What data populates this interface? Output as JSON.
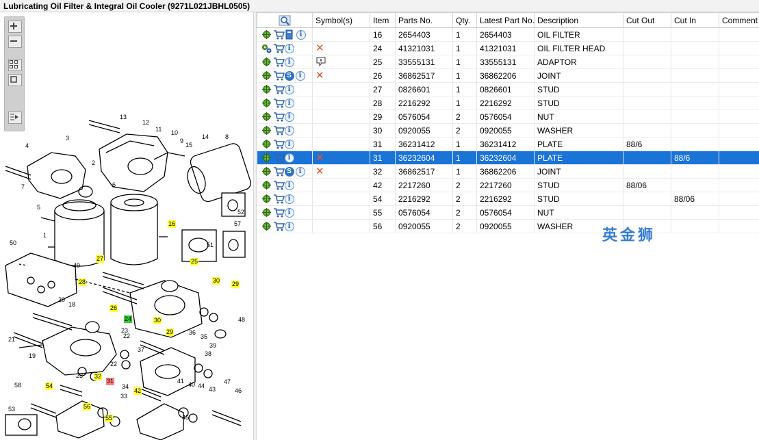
{
  "window": {
    "title": "Lubricating Oil Filter & Integral Oil Cooler (9271L021JBHL0505)"
  },
  "toolbar": {
    "buttons": [
      {
        "name": "zoom-in-icon",
        "glyph": "+"
      },
      {
        "name": "zoom-out-icon",
        "glyph": "−"
      },
      {
        "name": "fit-page-icon",
        "glyph": ""
      },
      {
        "name": "actual-size-icon",
        "glyph": ""
      },
      {
        "name": "export-icon",
        "glyph": ""
      }
    ]
  },
  "diagram": {
    "callouts": [
      {
        "label": "13",
        "hl": ""
      },
      {
        "label": "12",
        "hl": ""
      },
      {
        "label": "11",
        "hl": ""
      },
      {
        "label": "10",
        "hl": ""
      },
      {
        "label": "9",
        "hl": ""
      },
      {
        "label": "15",
        "hl": ""
      },
      {
        "label": "14",
        "hl": ""
      },
      {
        "label": "8",
        "hl": ""
      },
      {
        "label": "4",
        "hl": ""
      },
      {
        "label": "3",
        "hl": ""
      },
      {
        "label": "2",
        "hl": ""
      },
      {
        "label": "7",
        "hl": ""
      },
      {
        "label": "6",
        "hl": ""
      },
      {
        "label": "5",
        "hl": ""
      },
      {
        "label": "1",
        "hl": ""
      },
      {
        "label": "16",
        "hl": "yellow"
      },
      {
        "label": "52",
        "hl": ""
      },
      {
        "label": "57",
        "hl": ""
      },
      {
        "label": "51",
        "hl": ""
      },
      {
        "label": "50",
        "hl": ""
      },
      {
        "label": "49",
        "hl": ""
      },
      {
        "label": "27",
        "hl": "yellow"
      },
      {
        "label": "25",
        "hl": "yellow"
      },
      {
        "label": "28",
        "hl": "yellow"
      },
      {
        "label": "30",
        "hl": "yellow"
      },
      {
        "label": "29",
        "hl": "yellow"
      },
      {
        "label": "20",
        "hl": ""
      },
      {
        "label": "18",
        "hl": ""
      },
      {
        "label": "26",
        "hl": "yellow"
      },
      {
        "label": "24",
        "hl": "green"
      },
      {
        "label": "30",
        "hl": "yellow"
      },
      {
        "label": "48",
        "hl": ""
      },
      {
        "label": "21",
        "hl": ""
      },
      {
        "label": "23",
        "hl": ""
      },
      {
        "label": "22",
        "hl": ""
      },
      {
        "label": "29",
        "hl": "yellow"
      },
      {
        "label": "36",
        "hl": ""
      },
      {
        "label": "35",
        "hl": ""
      },
      {
        "label": "19",
        "hl": ""
      },
      {
        "label": "37",
        "hl": ""
      },
      {
        "label": "39",
        "hl": ""
      },
      {
        "label": "38",
        "hl": ""
      },
      {
        "label": "22",
        "hl": ""
      },
      {
        "label": "23",
        "hl": ""
      },
      {
        "label": "32",
        "hl": "yellow"
      },
      {
        "label": "31",
        "hl": "red"
      },
      {
        "label": "41",
        "hl": ""
      },
      {
        "label": "40",
        "hl": ""
      },
      {
        "label": "58",
        "hl": ""
      },
      {
        "label": "54",
        "hl": "yellow"
      },
      {
        "label": "34",
        "hl": ""
      },
      {
        "label": "42",
        "hl": "yellow"
      },
      {
        "label": "44",
        "hl": ""
      },
      {
        "label": "47",
        "hl": ""
      },
      {
        "label": "43",
        "hl": ""
      },
      {
        "label": "46",
        "hl": ""
      },
      {
        "label": "33",
        "hl": ""
      },
      {
        "label": "53",
        "hl": ""
      },
      {
        "label": "56",
        "hl": "yellow"
      },
      {
        "label": "55",
        "hl": "yellow"
      },
      {
        "label": "45",
        "hl": ""
      }
    ]
  },
  "table": {
    "columns": [
      "Symbol(s)",
      "Item",
      "Parts No.",
      "Qty.",
      "Latest Part No.",
      "Description",
      "Cut Out",
      "Cut In",
      "Comment"
    ],
    "rows": [
      {
        "icons": [
          "gear",
          "cart",
          "book",
          "info"
        ],
        "symbol": "",
        "item": "16",
        "part": "2654403",
        "qty": "1",
        "latest": "2654403",
        "desc": "OIL FILTER",
        "cut_out": "",
        "cut_in": "",
        "comment": "",
        "selected": false
      },
      {
        "icons": [
          "gears",
          "cart",
          "info"
        ],
        "symbol": "x",
        "item": "24",
        "part": "41321031",
        "qty": "1",
        "latest": "41321031",
        "desc": "OIL FILTER HEAD",
        "cut_out": "",
        "cut_in": "",
        "comment": "",
        "selected": false
      },
      {
        "icons": [
          "gear",
          "cart",
          "info"
        ],
        "symbol": "warn",
        "item": "25",
        "part": "33555131",
        "qty": "1",
        "latest": "33555131",
        "desc": "ADAPTOR",
        "cut_out": "",
        "cut_in": "",
        "comment": "",
        "selected": false
      },
      {
        "icons": [
          "gear",
          "cart",
          "s",
          "info"
        ],
        "symbol": "x",
        "item": "26",
        "part": "36862517",
        "qty": "1",
        "latest": "36862206",
        "desc": "JOINT",
        "cut_out": "",
        "cut_in": "",
        "comment": "",
        "selected": false
      },
      {
        "icons": [
          "gear",
          "cart",
          "info"
        ],
        "symbol": "",
        "item": "27",
        "part": "0826601",
        "qty": "1",
        "latest": "0826601",
        "desc": "STUD",
        "cut_out": "",
        "cut_in": "",
        "comment": "",
        "selected": false
      },
      {
        "icons": [
          "gear",
          "cart",
          "info"
        ],
        "symbol": "",
        "item": "28",
        "part": "2216292",
        "qty": "1",
        "latest": "2216292",
        "desc": "STUD",
        "cut_out": "",
        "cut_in": "",
        "comment": "",
        "selected": false
      },
      {
        "icons": [
          "gear",
          "cart",
          "info"
        ],
        "symbol": "",
        "item": "29",
        "part": "0576054",
        "qty": "2",
        "latest": "0576054",
        "desc": "NUT",
        "cut_out": "",
        "cut_in": "",
        "comment": "",
        "selected": false
      },
      {
        "icons": [
          "gear",
          "cart",
          "info"
        ],
        "symbol": "",
        "item": "30",
        "part": "0920055",
        "qty": "2",
        "latest": "0920055",
        "desc": "WASHER",
        "cut_out": "",
        "cut_in": "",
        "comment": "",
        "selected": false
      },
      {
        "icons": [
          "gear",
          "cart",
          "info"
        ],
        "symbol": "",
        "item": "31",
        "part": "36231412",
        "qty": "1",
        "latest": "36231412",
        "desc": "PLATE",
        "cut_out": "88/6",
        "cut_in": "",
        "comment": "",
        "selected": false
      },
      {
        "icons": [
          "gear",
          "cart",
          "info"
        ],
        "symbol": "x",
        "item": "31",
        "part": "36232604",
        "qty": "1",
        "latest": "36232604",
        "desc": "PLATE",
        "cut_out": "",
        "cut_in": "88/6",
        "comment": "",
        "selected": true
      },
      {
        "icons": [
          "gear",
          "cart",
          "s",
          "info"
        ],
        "symbol": "x",
        "item": "32",
        "part": "36862517",
        "qty": "1",
        "latest": "36862206",
        "desc": "JOINT",
        "cut_out": "",
        "cut_in": "",
        "comment": "",
        "selected": false
      },
      {
        "icons": [
          "gear",
          "cart",
          "info"
        ],
        "symbol": "",
        "item": "42",
        "part": "2217260",
        "qty": "2",
        "latest": "2217260",
        "desc": "STUD",
        "cut_out": "88/06",
        "cut_in": "",
        "comment": "",
        "selected": false
      },
      {
        "icons": [
          "gear",
          "cart",
          "info"
        ],
        "symbol": "",
        "item": "54",
        "part": "2216292",
        "qty": "2",
        "latest": "2216292",
        "desc": "STUD",
        "cut_out": "",
        "cut_in": "88/06",
        "comment": "",
        "selected": false
      },
      {
        "icons": [
          "gear",
          "cart",
          "info"
        ],
        "symbol": "",
        "item": "55",
        "part": "0576054",
        "qty": "2",
        "latest": "0576054",
        "desc": "NUT",
        "cut_out": "",
        "cut_in": "",
        "comment": "",
        "selected": false
      },
      {
        "icons": [
          "gear",
          "cart",
          "info"
        ],
        "symbol": "",
        "item": "56",
        "part": "0920055",
        "qty": "2",
        "latest": "0920055",
        "desc": "WASHER",
        "cut_out": "",
        "cut_in": "",
        "comment": "",
        "selected": false
      }
    ]
  },
  "watermark": {
    "text": "英金狮"
  }
}
